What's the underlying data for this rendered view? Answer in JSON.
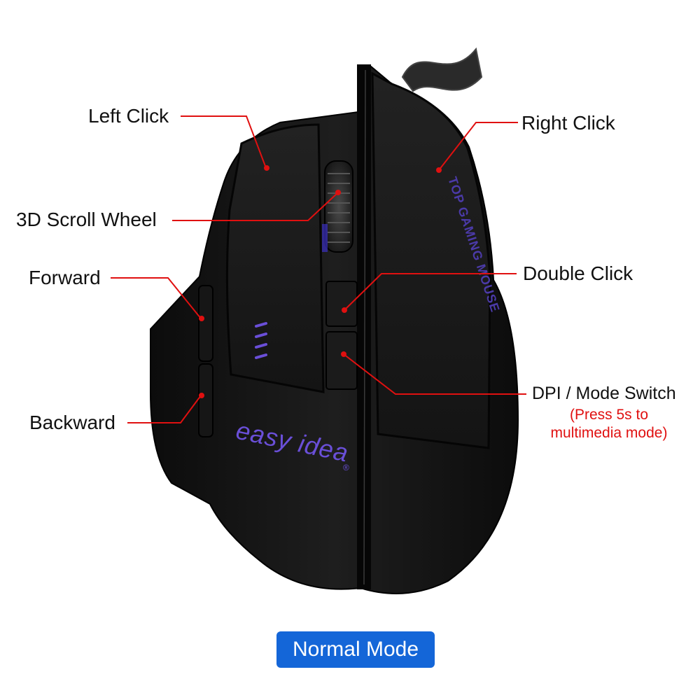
{
  "labels": {
    "left_click": "Left Click",
    "scroll_wheel": "3D Scroll Wheel",
    "forward": "Forward",
    "backward": "Backward",
    "right_click": "Right Click",
    "double_click": "Double Click",
    "dpi_switch": "DPI / Mode Switch",
    "dpi_note": "(Press 5s to multimedia mode)"
  },
  "mouse": {
    "brand": "easy idea",
    "registered_mark": "®",
    "side_text": "TOP GAMING MOUSE"
  },
  "mode": "Normal Mode",
  "colors": {
    "callout_line": "#e01010",
    "accent_purple": "#6a4fd8",
    "badge": "#1466d8"
  }
}
